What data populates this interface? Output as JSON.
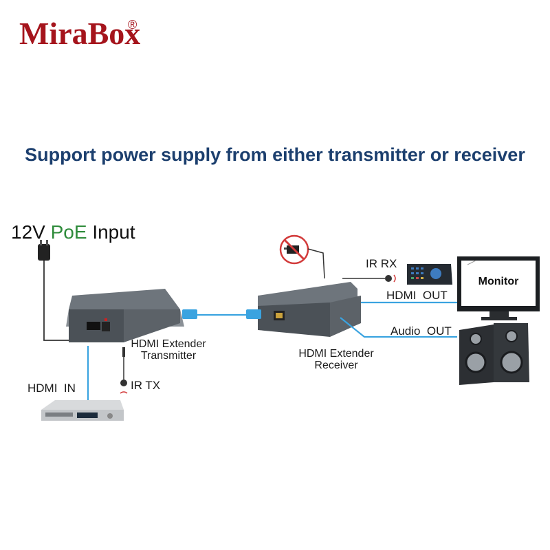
{
  "brand": {
    "name": "MiraBox",
    "registered": "®"
  },
  "headline": "Support power supply from either transmitter or receiver",
  "power": {
    "voltage": "12V",
    "poe": "PoE",
    "input": "Input"
  },
  "labels": {
    "transmitter_line1": "HDMI Extender",
    "transmitter_line2": "Transmitter",
    "receiver_line1": "HDMI Extender",
    "receiver_line2": "Receiver",
    "hdmi_in": "HDMI  IN",
    "ir_tx": "IR TX",
    "ir_rx": "IR RX",
    "hdmi_out": "HDMI  OUT",
    "audio_out": "Audio  OUT",
    "monitor": "Monitor"
  },
  "colors": {
    "brand": "#a5141c",
    "headline": "#1c3f6e",
    "poe": "#2e8b3a",
    "cable": "#3aa3e0",
    "no_power": "#d23a3a"
  },
  "icons": [
    "power-adapter-icon",
    "no-power-icon",
    "remote-control-icon",
    "dvd-player-icon",
    "speakers-icon",
    "monitor-icon",
    "ir-receiver-icon",
    "ir-emitter-icon",
    "ethernet-plug-icon"
  ]
}
